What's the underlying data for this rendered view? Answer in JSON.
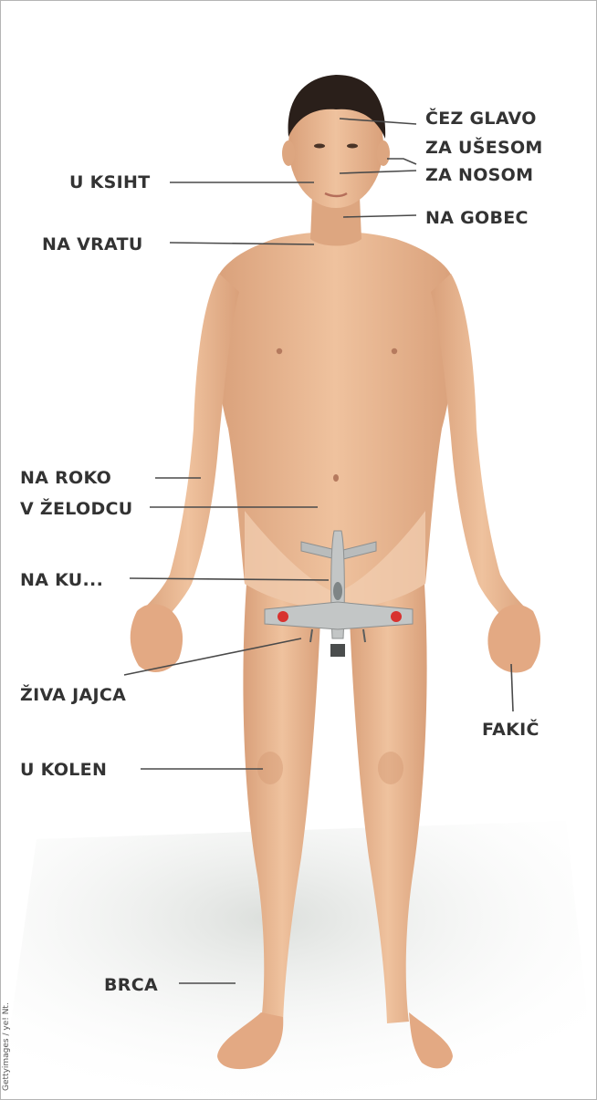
{
  "labels": {
    "cez_glavo": "ČEZ GLAVO",
    "za_usesom": "ZA UŠESOM",
    "za_nosom": "ZA NOSOM",
    "u_ksiht": "U KSIHT",
    "na_gobec": "NA GOBEC",
    "na_vratu": "NA VRATU",
    "na_roko": "NA ROKO",
    "v_zelodcu": "V ŽELODCU",
    "na_ku": "NA KU...",
    "ziva_jajca": "ŽIVA JAJCA",
    "fakic": "FAKIČ",
    "u_kolen": "U KOLEN",
    "brca": "BRCA"
  },
  "credit": "Gettyimages / ye! Nt.",
  "colors": {
    "skin": "#e9b58f",
    "skin_shadow": "#d79b74",
    "hair": "#2a1f1a",
    "label_text": "#333333",
    "leader_line": "#4a4a4a",
    "floor_shadow": "#e4e6e4",
    "plane_body": "#b9bcbc",
    "plane_roundel": "#d8322f"
  }
}
